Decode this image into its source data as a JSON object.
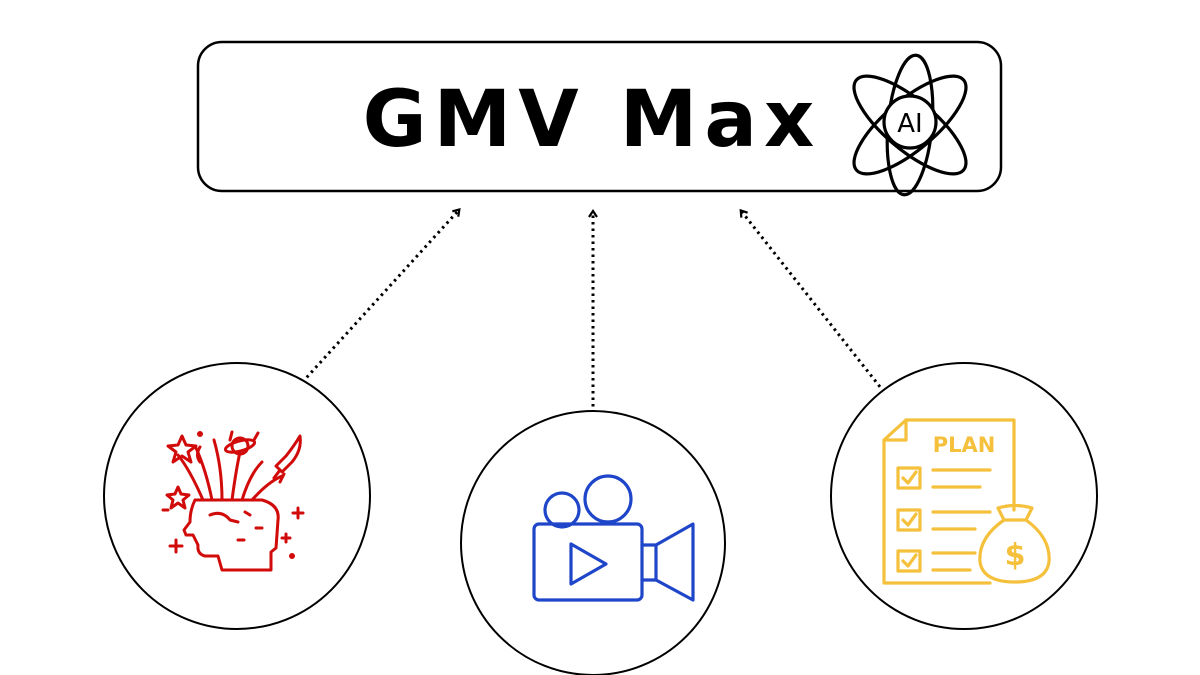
{
  "title": "GMV Max",
  "logo": {
    "icon": "atom-ai-icon",
    "text": "AI"
  },
  "nodes": [
    {
      "id": "creative",
      "icon": "creative-mind-icon",
      "color": "#d10a0a"
    },
    {
      "id": "video",
      "icon": "video-camera-icon",
      "color": "#1f45c9"
    },
    {
      "id": "plan",
      "icon": "plan-budget-icon",
      "color": "#f5c03b",
      "label": "PLAN",
      "symbol": "$"
    }
  ],
  "connector_style": "dotted-arrow"
}
